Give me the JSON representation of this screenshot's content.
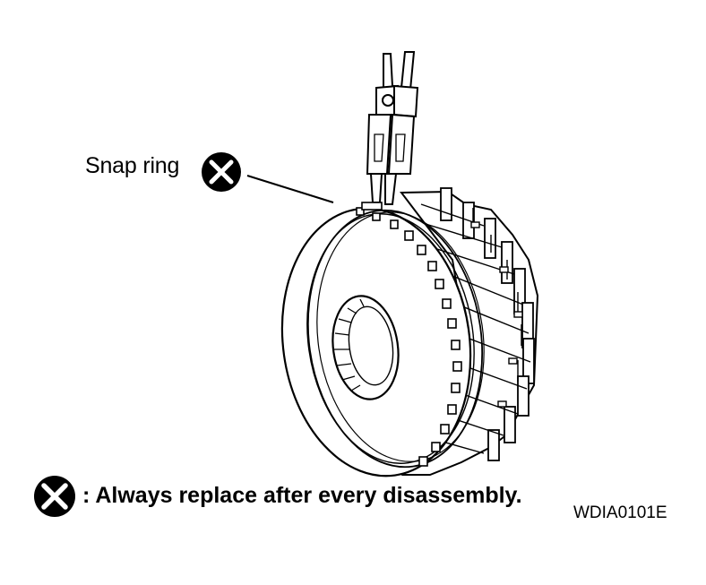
{
  "callout": {
    "label": "Snap ring",
    "symbol_icon": "circle-x-icon"
  },
  "legend": {
    "symbol_icon": "circle-x-icon",
    "text": ": Always replace after every disassembly."
  },
  "figure_code": "WDIA0101E",
  "colors": {
    "ink": "#000000",
    "paper": "#ffffff"
  }
}
